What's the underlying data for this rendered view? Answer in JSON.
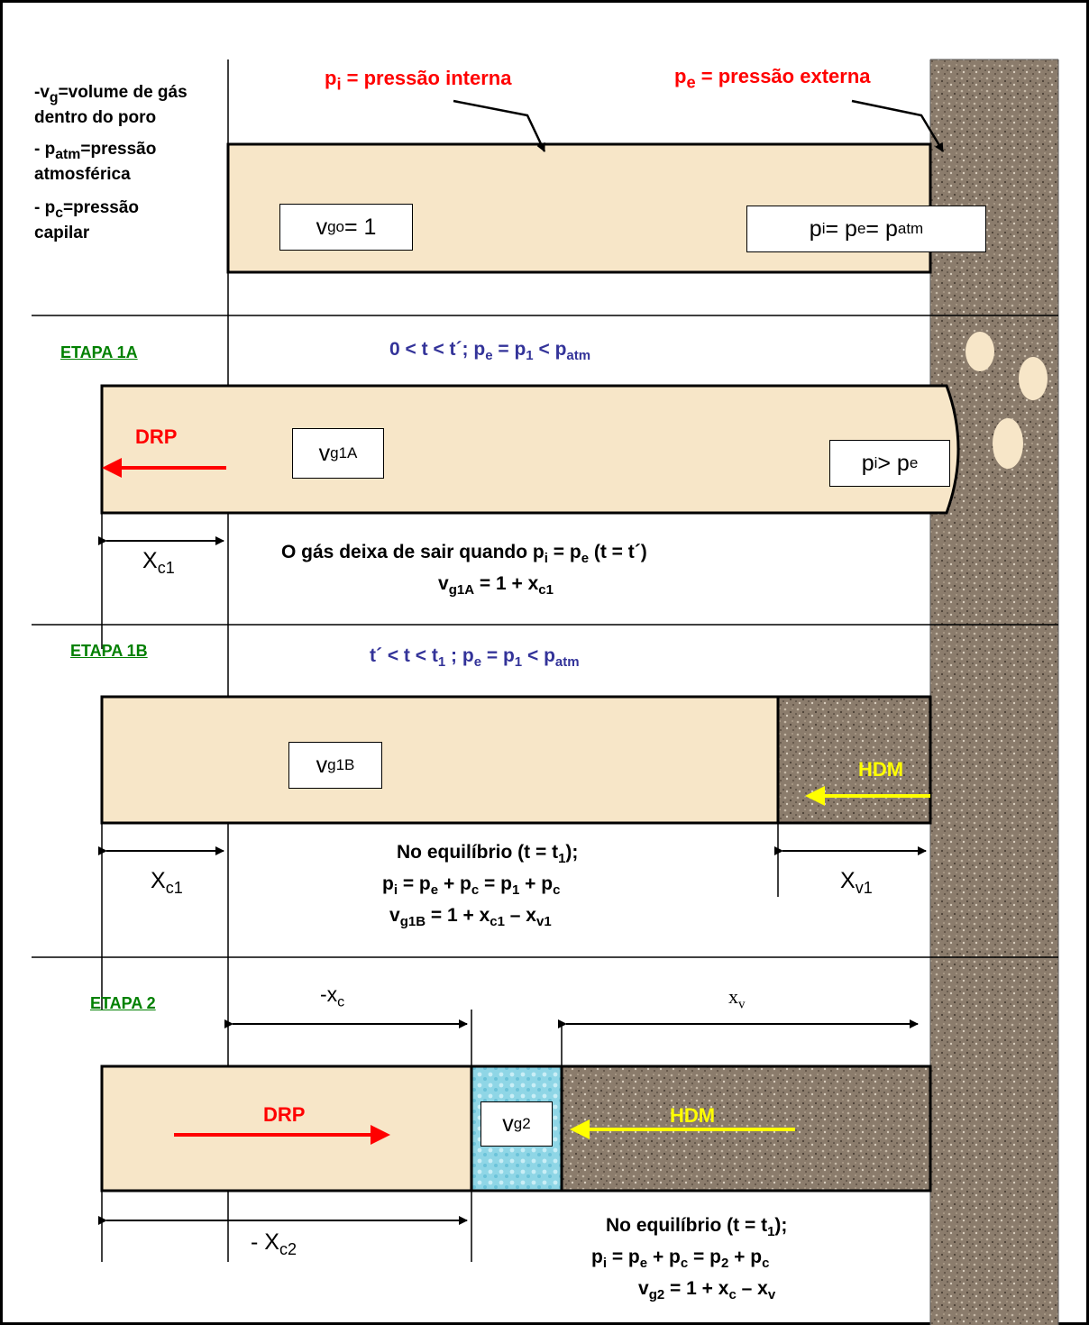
{
  "colors": {
    "gas": "#f7e6c8",
    "rock": "#8b7c6c",
    "water": "#8fd6e6",
    "red": "#ff0000",
    "blue": "#333399",
    "green": "#008000",
    "yellow": "#ffff00"
  },
  "legend": {
    "vg_sym": "v",
    "vg_sub": "g",
    "vg_text": "=volume de gás",
    "vg_text2": "dentro do poro",
    "patm_sym": "p",
    "patm_sub": "atm",
    "patm_text": "=pressão",
    "patm_text2": "atmosférica",
    "pc_sym": "p",
    "pc_sub": "c",
    "pc_text": "=pressão",
    "pc_text2": "capilar"
  },
  "top": {
    "pi_sym": "p",
    "pi_sub": "i",
    "pi_text": " = pressão interna",
    "pe_sym": "p",
    "pe_sub": "e",
    "pe_text": " = pressão externa",
    "vgo_sym": "v",
    "vgo_sub": "go",
    "vgo_rest": " = 1",
    "eq_p1": "p",
    "eq_s1": "i",
    "eq_m1": " = p",
    "eq_s2": "e",
    "eq_m2": " = p",
    "eq_s3": "atm"
  },
  "stage1a": {
    "title": "ETAPA 1A",
    "cond_a": "0 < t < t´; p",
    "cond_s1": "e",
    "cond_b": " = p",
    "cond_s2": "1",
    "cond_c": " < p",
    "cond_s3": "atm",
    "drp": "DRP",
    "vg_sym": "v",
    "vg_sub": "g1A",
    "pi_a": "p",
    "pi_s1": "i",
    "pi_b": " > p",
    "pi_s2": "e",
    "xc_sym": "X",
    "xc_sub": "c1",
    "note_a": "O gás deixa de sair quando p",
    "note_s": "i",
    "note_b": " = p",
    "note_s2": "e",
    "note_c": " (t = t´)",
    "eq_a": "v",
    "eq_s1": "g1A",
    "eq_b": " = 1 + x",
    "eq_s2": "c1"
  },
  "stage1b": {
    "title": "ETAPA 1B",
    "cond_a": "t´ < t < t",
    "cond_s0": "1",
    "cond_a2": " ; p",
    "cond_s1": "e",
    "cond_b": " = p",
    "cond_s2": "1",
    "cond_c": " < p",
    "cond_s3": "atm",
    "vg_sym": "v",
    "vg_sub": "g1B",
    "hdm": "HDM",
    "xc_sym": "X",
    "xc_sub": "c1",
    "xv_sym": "X",
    "xv_sub": "v1",
    "l1_a": "No equilíbrio (t = t",
    "l1_s": "1",
    "l1_b": ");",
    "l2_a": "p",
    "l2_s1": "i",
    "l2_b": " = p",
    "l2_s2": "e",
    "l2_c": " + p",
    "l2_s3": "c",
    "l2_d": " = p",
    "l2_s4": "1",
    "l2_e": " + p",
    "l2_s5": "c",
    "l3_a": "v",
    "l3_s1": "g1B",
    "l3_b": " = 1 + x",
    "l3_s2": "c1",
    "l3_c": " – x",
    "l3_s3": "v1"
  },
  "stage2": {
    "title": "ETAPA 2",
    "xc_sym": "-x",
    "xc_sub": "c",
    "xv_sym": "x",
    "xv_sub": "v",
    "drp": "DRP",
    "vg_sym": "v",
    "vg_sub": "g2",
    "hdm": "HDM",
    "xc2_sym": "- X",
    "xc2_sub": "c2",
    "l1_a": "No equilíbrio (t = t",
    "l1_s": "1",
    "l1_b": ");",
    "l2_a": "p",
    "l2_s1": "i",
    "l2_b": " = p",
    "l2_s2": "e",
    "l2_c": " + p",
    "l2_s3": "c",
    "l2_d": " = p",
    "l2_s4": "2",
    "l2_e": " + p",
    "l2_s5": "c",
    "l3_a": "v",
    "l3_s1": "g2",
    "l3_b": " = 1 + x",
    "l3_s2": "c",
    "l3_c": " – x",
    "l3_s3": "v"
  }
}
